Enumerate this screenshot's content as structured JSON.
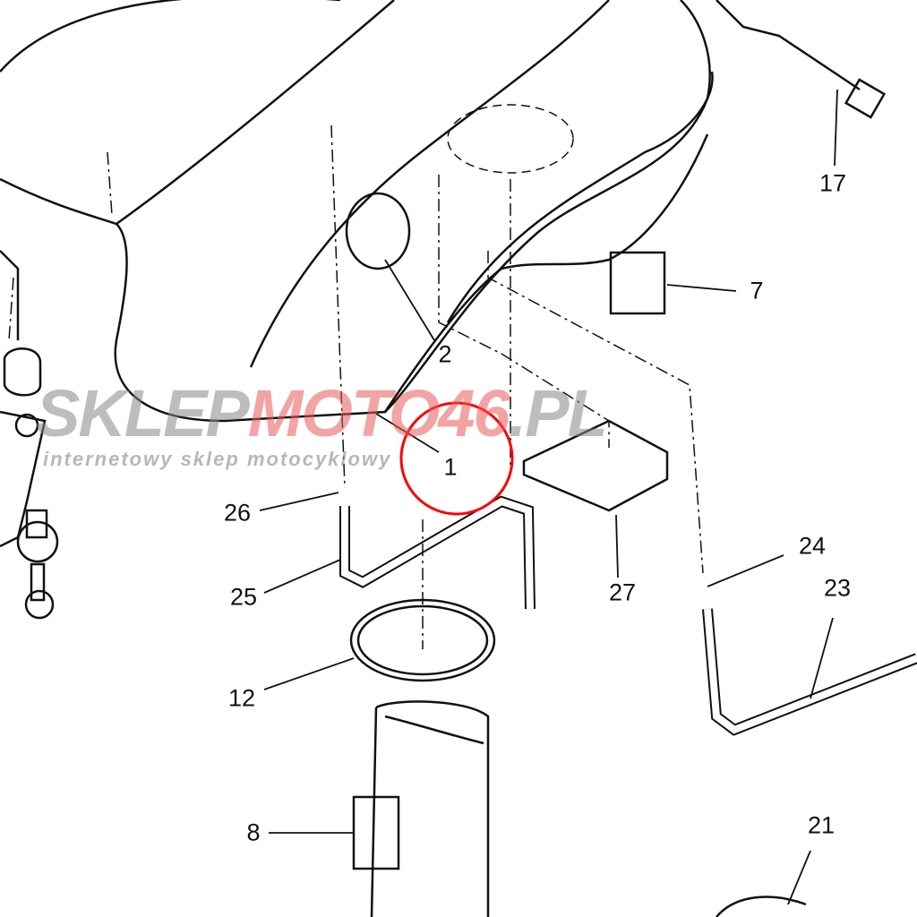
{
  "watermark": {
    "part1": "SKLEP",
    "part2": "MOTO46",
    "part3": ".PL",
    "tagline": "internetowy sklep motocyklowy"
  },
  "highlight_color": "#ff0000",
  "callouts": [
    "17",
    "7",
    "2",
    "1",
    "26",
    "25",
    "27",
    "24",
    "23",
    "12",
    "8",
    "21"
  ]
}
